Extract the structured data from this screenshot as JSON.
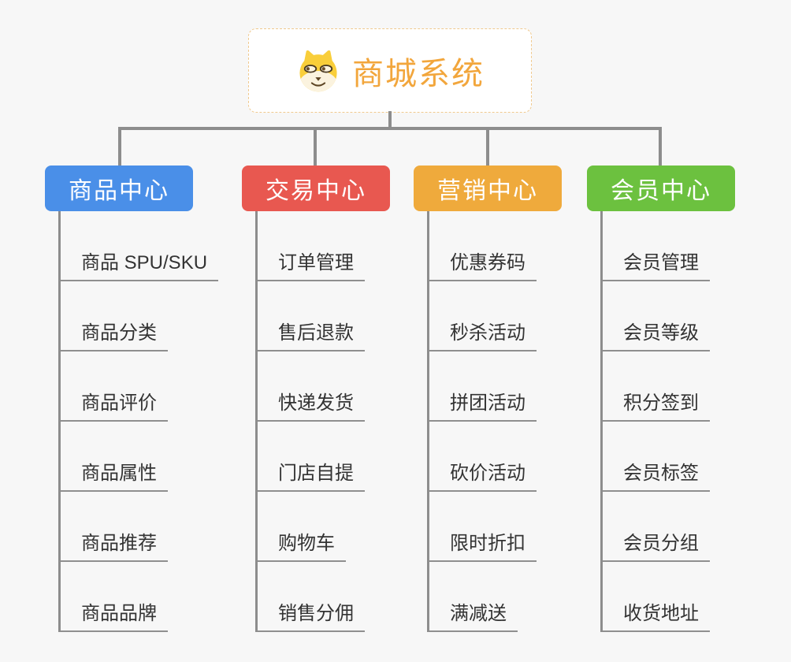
{
  "root": {
    "title": "商城系统",
    "title_color": "#F2A63C",
    "border_color": "#F0C98E",
    "icon": "dog-face-icon"
  },
  "connector_color": "#8D8D8D",
  "branches": [
    {
      "label": "商品中心",
      "color": "#4A8FE8",
      "items": [
        "商品 SPU/SKU",
        "商品分类",
        "商品评价",
        "商品属性",
        "商品推荐",
        "商品品牌"
      ]
    },
    {
      "label": "交易中心",
      "color": "#E85850",
      "items": [
        "订单管理",
        "售后退款",
        "快递发货",
        "门店自提",
        "购物车",
        "销售分佣"
      ]
    },
    {
      "label": "营销中心",
      "color": "#EFAA3C",
      "items": [
        "优惠券码",
        "秒杀活动",
        "拼团活动",
        "砍价活动",
        "限时折扣",
        "满减送"
      ]
    },
    {
      "label": "会员中心",
      "color": "#6CC13F",
      "items": [
        "会员管理",
        "会员等级",
        "积分签到",
        "会员标签",
        "会员分组",
        "收货地址"
      ]
    }
  ]
}
